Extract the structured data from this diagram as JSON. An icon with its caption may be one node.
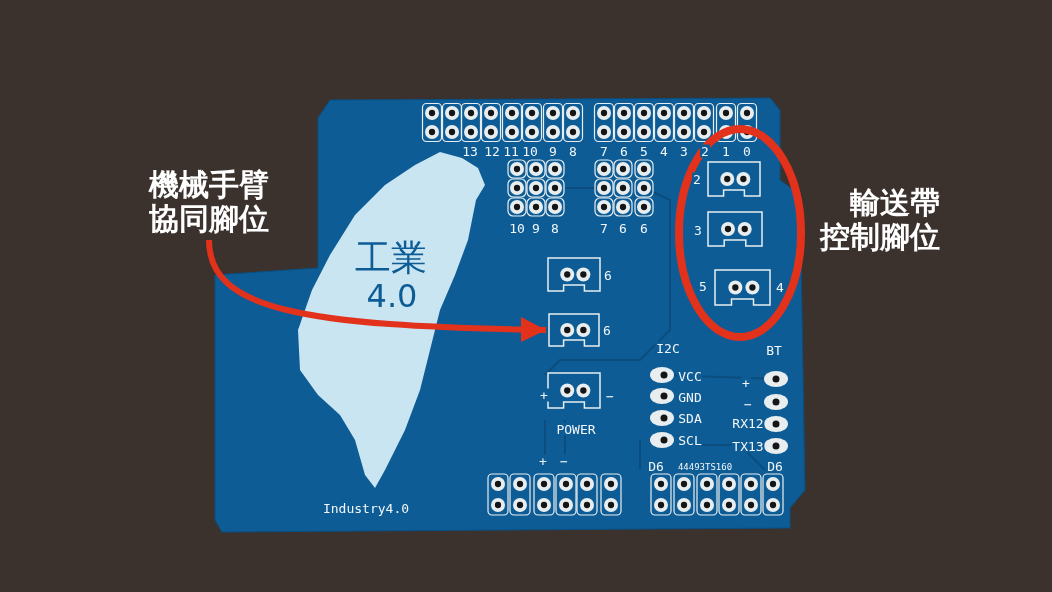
{
  "diagram": {
    "nodes": [
      {
        "text": [
          "機械手臂協同腳位"
        ]
      },
      {
        "text": [],
        "shape": "box",
        "beside": [
          "6"
        ]
      },
      {
        "text": [],
        "shape": "circle",
        "beside": [
          "輸送帶控制腳位"
        ]
      }
    ],
    "edges": [
      {
        "from": 0,
        "to": 1,
        "arrow": "to"
      }
    ],
    "labels": [
      "13",
      "12",
      "11",
      "10",
      "9",
      "8",
      "7",
      "6",
      "5",
      "4",
      "3",
      "2",
      "1",
      "0",
      "2",
      "10",
      "9",
      "8",
      "7",
      "6",
      "6",
      "3",
      "工業",
      "6",
      "5",
      "4",
      "4.0",
      "I2C",
      "BT",
      "VCC",
      "+",
      "+",
      "−",
      "GND",
      "−",
      "SDA",
      "RX12",
      "POWER",
      "SCL",
      "TX13",
      "+",
      "−",
      "D6",
      "44493TS160",
      "D6",
      "Industry4.0"
    ]
  }
}
